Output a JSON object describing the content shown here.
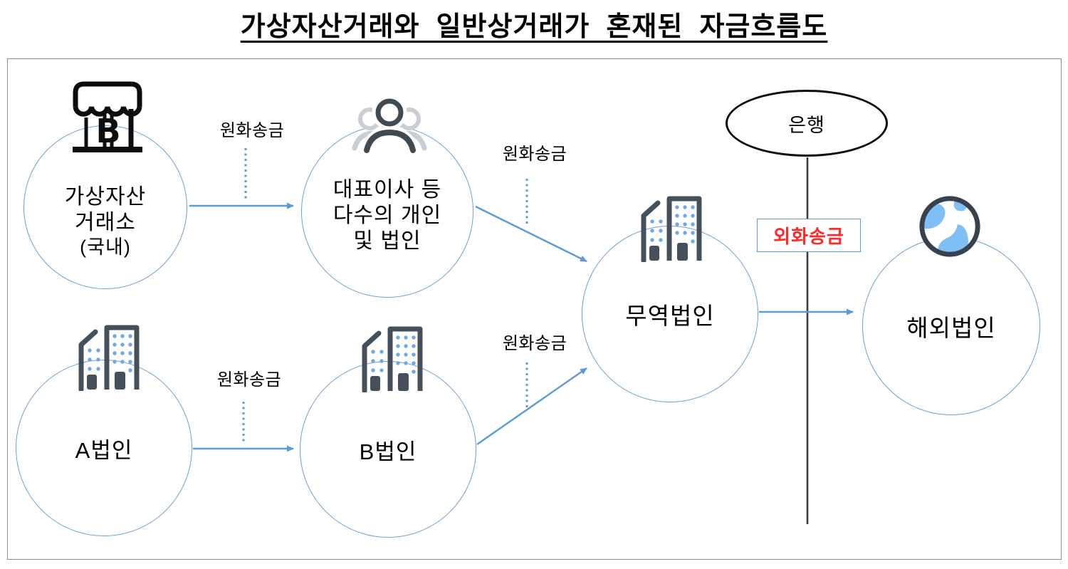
{
  "title": "가상자산거래와  일반상거래가  혼재된  자금흐름도",
  "nodes": {
    "exchange": {
      "lines": [
        "가상자산",
        "거래소",
        "(국내)"
      ]
    },
    "ceo": {
      "lines": [
        "대표이사 등",
        "다수의 개인",
        "및 법인"
      ]
    },
    "corp_a": {
      "label": "A법인"
    },
    "corp_b": {
      "label": "B법인"
    },
    "trade": {
      "label": "무역법인"
    },
    "overseas": {
      "label": "해외법인"
    },
    "bank": {
      "label": "은행"
    }
  },
  "labels": {
    "krw": "원화송금",
    "fx": "외화송금"
  },
  "colors": {
    "arrow_blue": "#5b9bd5",
    "circle_stroke": "#6aa0d4",
    "fx_text_red": "#ff2a2a",
    "icon_dark": "#44505c",
    "window_blue": "#6fa8e8",
    "globe_ring": "#37424e",
    "globe_land": "#7ec0f5",
    "person_gray": "#c9ced4",
    "bank_line": "#3b3b3b"
  }
}
